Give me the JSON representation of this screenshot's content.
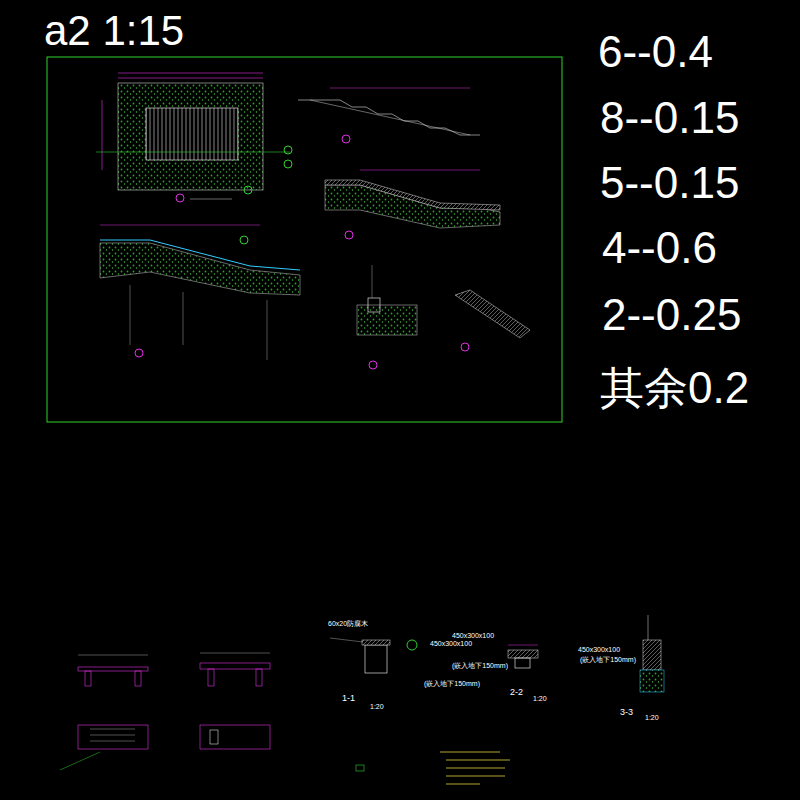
{
  "diagram": {
    "title": "a2 1:15",
    "labels": [
      "6--0.4",
      "8--0.15",
      "5--0.15",
      "4--0.6",
      "2--0.25",
      "其余0.2",
      "60x20防腐木",
      "450x300x100",
      "(嵌入地下150mm)",
      "1-1",
      "1:20",
      "450x300x100",
      "(嵌入地下150mm)",
      "2-2",
      "1:20",
      "450x300x100",
      "(嵌入地下150mm)",
      "3-3",
      "1:20"
    ]
  }
}
